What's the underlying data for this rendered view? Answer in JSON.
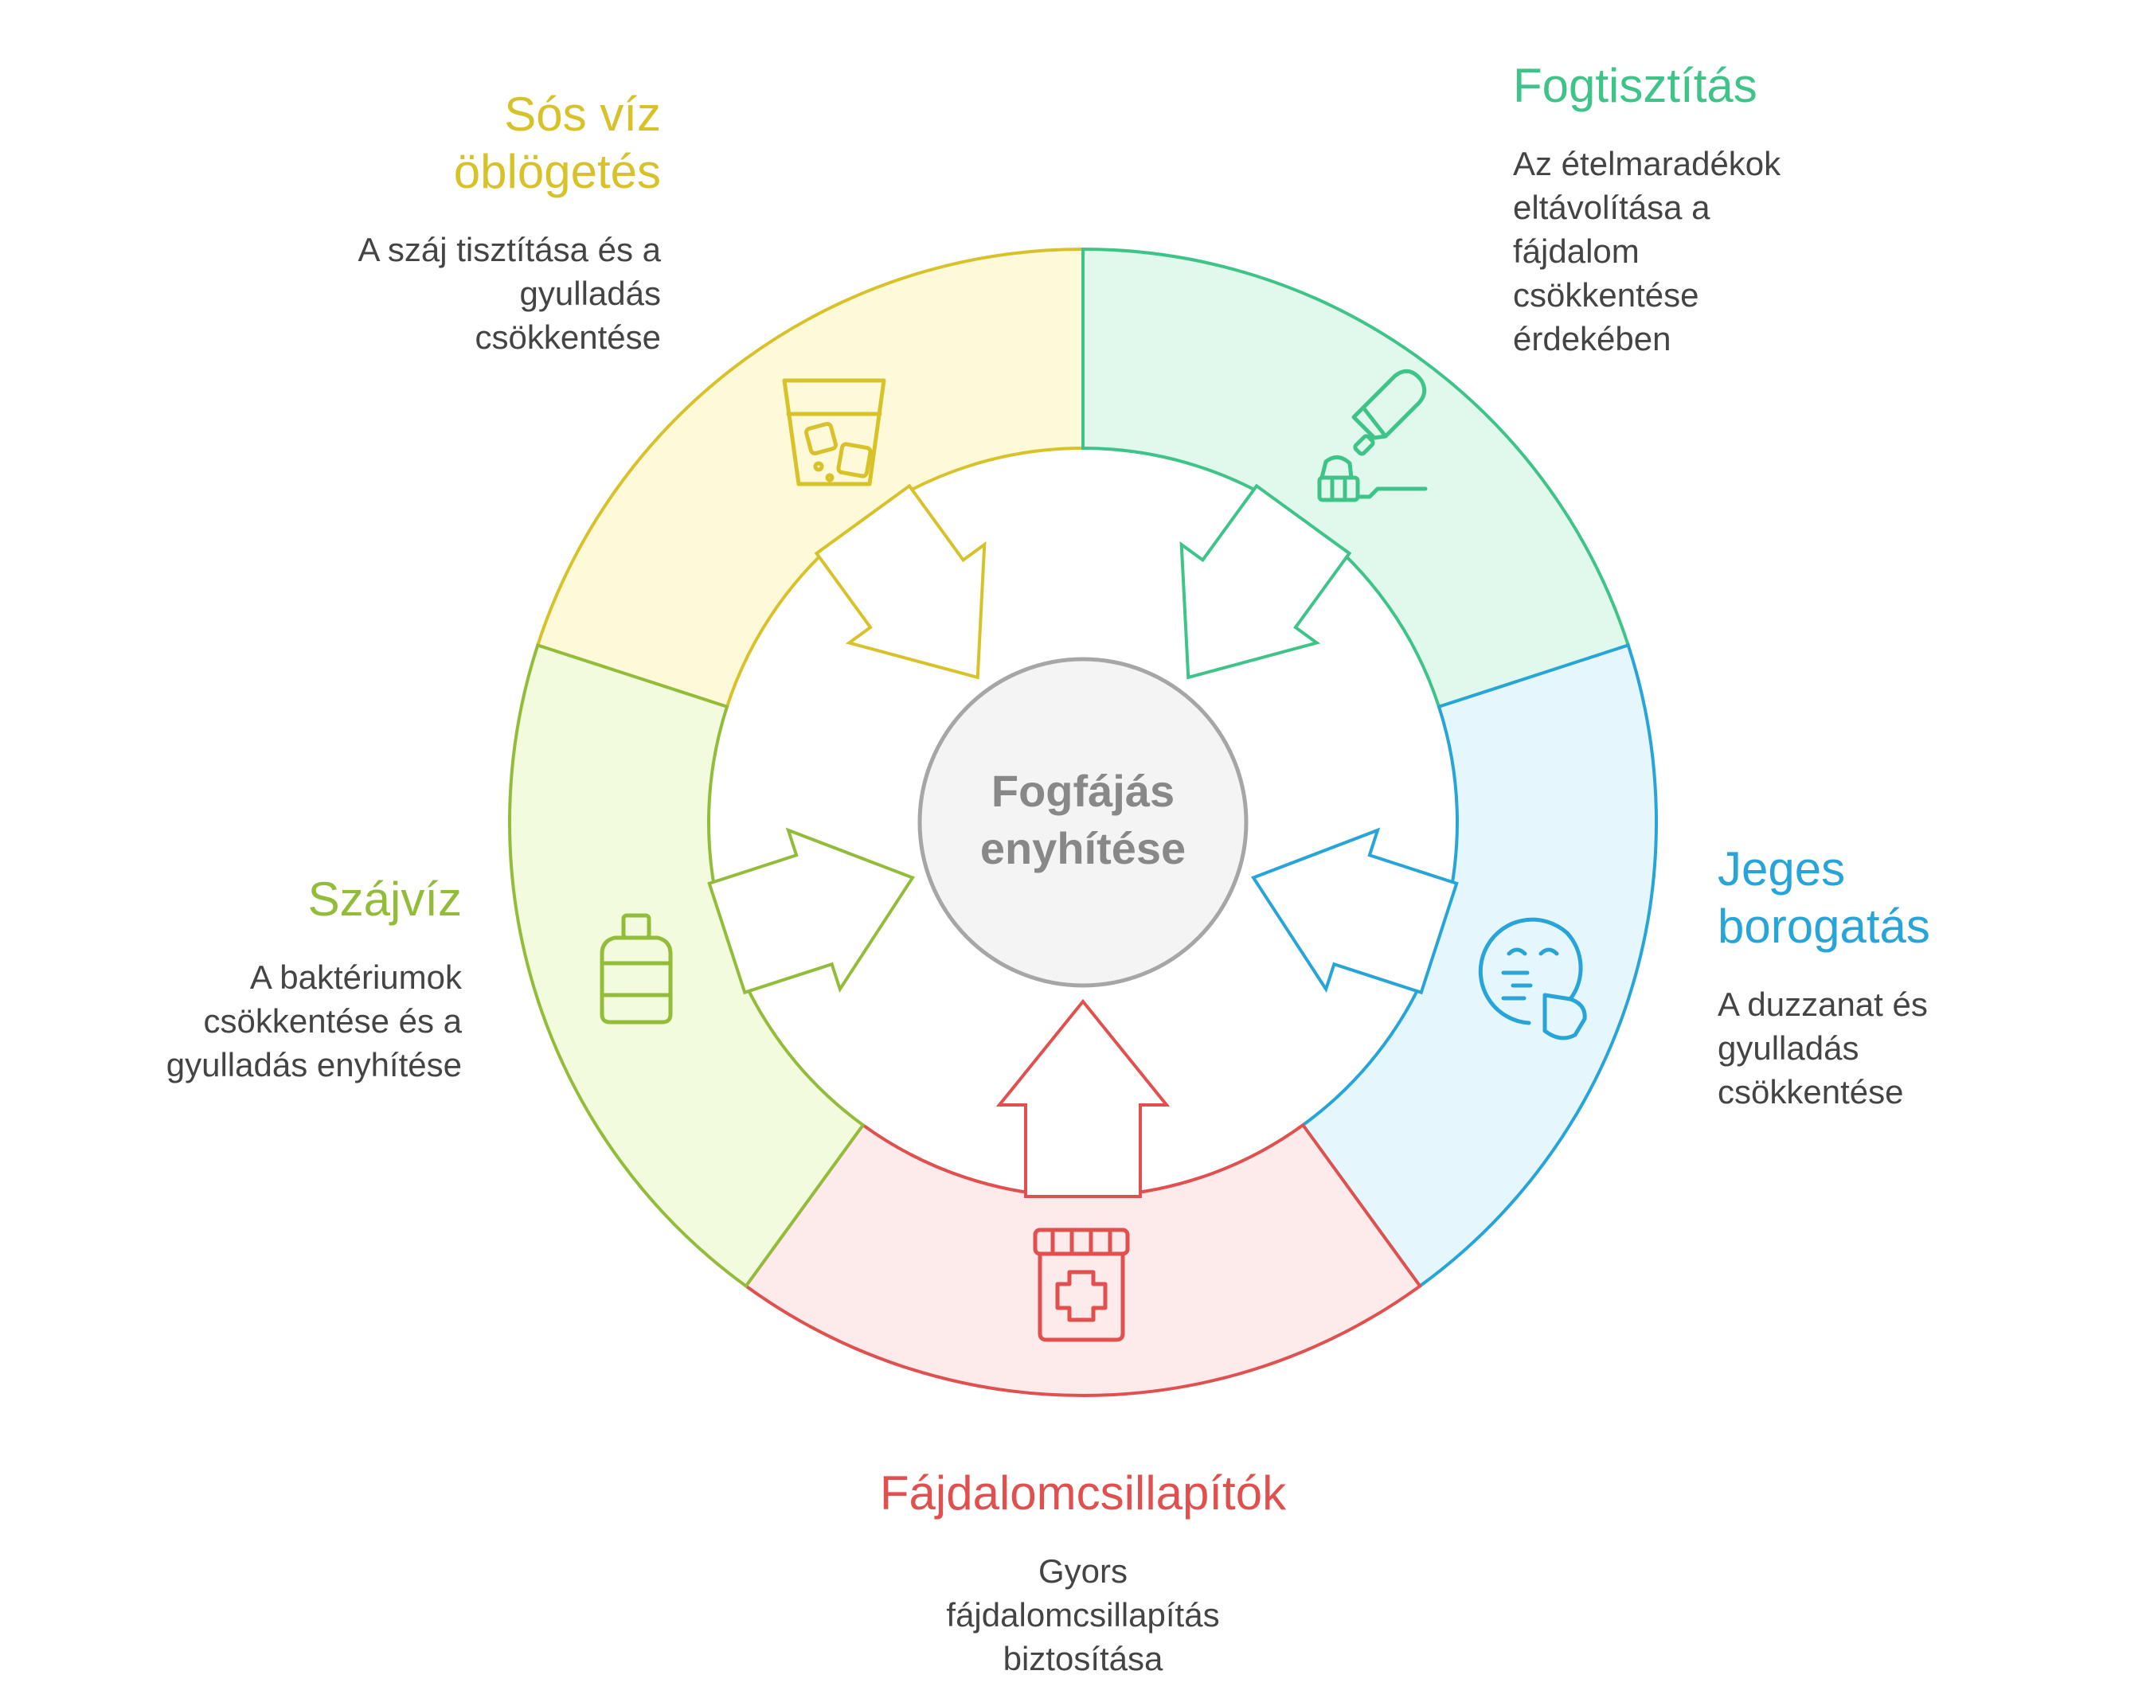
{
  "center": {
    "line1": "Fogfájás",
    "line2": "enyhítése"
  },
  "segments": {
    "salt_water": {
      "title_line1": "Sós víz",
      "title_line2": "öblögetés",
      "desc_lines": [
        "A száj tisztítása és a",
        "gyulladás",
        "csökkentése"
      ],
      "color": "#d8c22a",
      "fill": "#fdf9d9",
      "icon": "glass-with-ice-icon"
    },
    "brushing": {
      "title_line1": "Fogtisztítás",
      "desc_lines": [
        "Az ételmaradékok",
        "eltávolítása a",
        "fájdalom",
        "csökkentése",
        "érdekében"
      ],
      "color": "#3ec489",
      "fill": "#e1f9ec",
      "icon": "toothbrush-toothpaste-icon"
    },
    "ice_pack": {
      "title_line1": "Jeges",
      "title_line2": "borogatás",
      "desc_lines": [
        "A duzzanat és",
        "gyulladás",
        "csökkentése"
      ],
      "color": "#27a4d8",
      "fill": "#e5f7fc",
      "icon": "cold-face-icon"
    },
    "painkillers": {
      "title_line1": "Fájdalomcsillapítók",
      "desc_lines": [
        "Gyors",
        "fájdalomcsillapítás",
        "biztosítása"
      ],
      "color": "#e0504f",
      "fill": "#fdeaea",
      "icon": "medicine-jar-icon"
    },
    "mouthwash": {
      "title_line1": "Szájvíz",
      "desc_lines": [
        "A baktériumok",
        "csökkentése és a",
        "gyulladás enyhítése"
      ],
      "color": "#93bc3a",
      "fill": "#f2fbdd",
      "icon": "mouthwash-bottle-icon"
    }
  }
}
